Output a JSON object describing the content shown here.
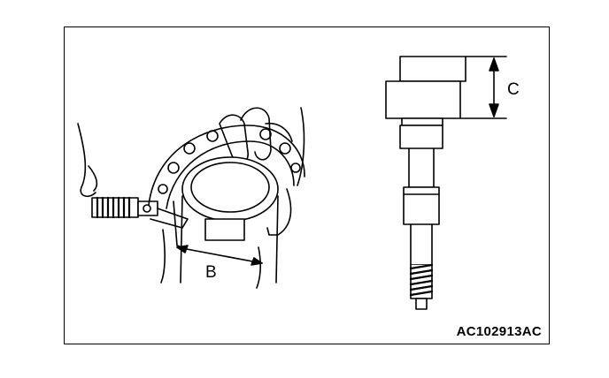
{
  "labels": {
    "dimension_b": "B",
    "dimension_c": "C"
  },
  "figure_code": "AC102913AC",
  "colors": {
    "line": "#000000",
    "background": "#ffffff"
  }
}
